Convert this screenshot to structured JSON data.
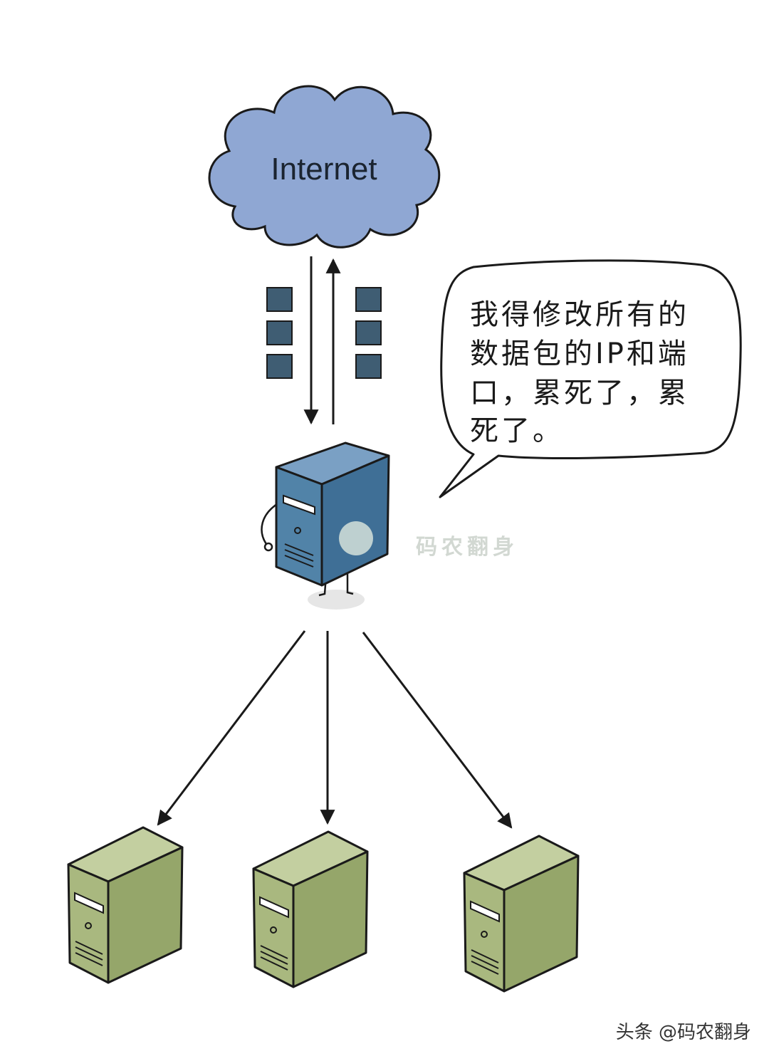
{
  "cloud": {
    "label": "Internet"
  },
  "speech_bubble": {
    "lines": [
      "我得修改所有的",
      "数据包的IP和端",
      "口，累死了，累",
      "死了。"
    ]
  },
  "watermark": {
    "text": "码农翻身"
  },
  "credit": {
    "text": "头条 @码农翻身"
  },
  "colors": {
    "cloud_fill": "#8fa7d3",
    "packet_fill": "#3f5d73",
    "gateway_server_fill": "#5183a8",
    "backend_server_fill": "#a9b87f",
    "outline": "#1a1a1a"
  },
  "icons": {
    "cloud": "cloud-icon",
    "gateway": "server-character-icon",
    "backend": "server-tower-icon",
    "packet": "data-packet-icon"
  }
}
